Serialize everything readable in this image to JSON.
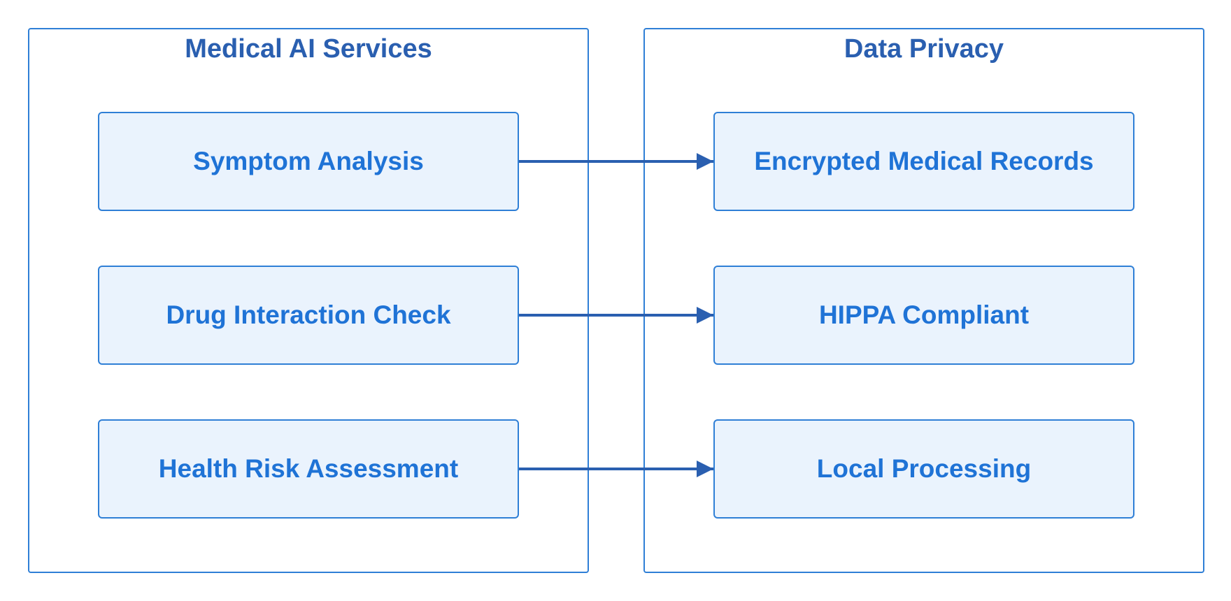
{
  "groups": {
    "left": {
      "title": "Medical AI Services"
    },
    "right": {
      "title": "Data Privacy"
    }
  },
  "nodes": {
    "symptom": "Symptom Analysis",
    "drug": "Drug Interaction Check",
    "health": "Health Risk Assessment",
    "encrypted": "Encrypted Medical Records",
    "hippa": "HIPPA Compliant",
    "local": "Local Processing"
  },
  "edges": [
    {
      "from": "symptom",
      "to": "encrypted"
    },
    {
      "from": "drug",
      "to": "hippa"
    },
    {
      "from": "health",
      "to": "local"
    }
  ],
  "colors": {
    "border": "#2f7fd6",
    "title": "#2a5fb0",
    "node_fill": "#eaf3fd",
    "node_text": "#1f73d6",
    "edge": "#2a5fb0"
  }
}
